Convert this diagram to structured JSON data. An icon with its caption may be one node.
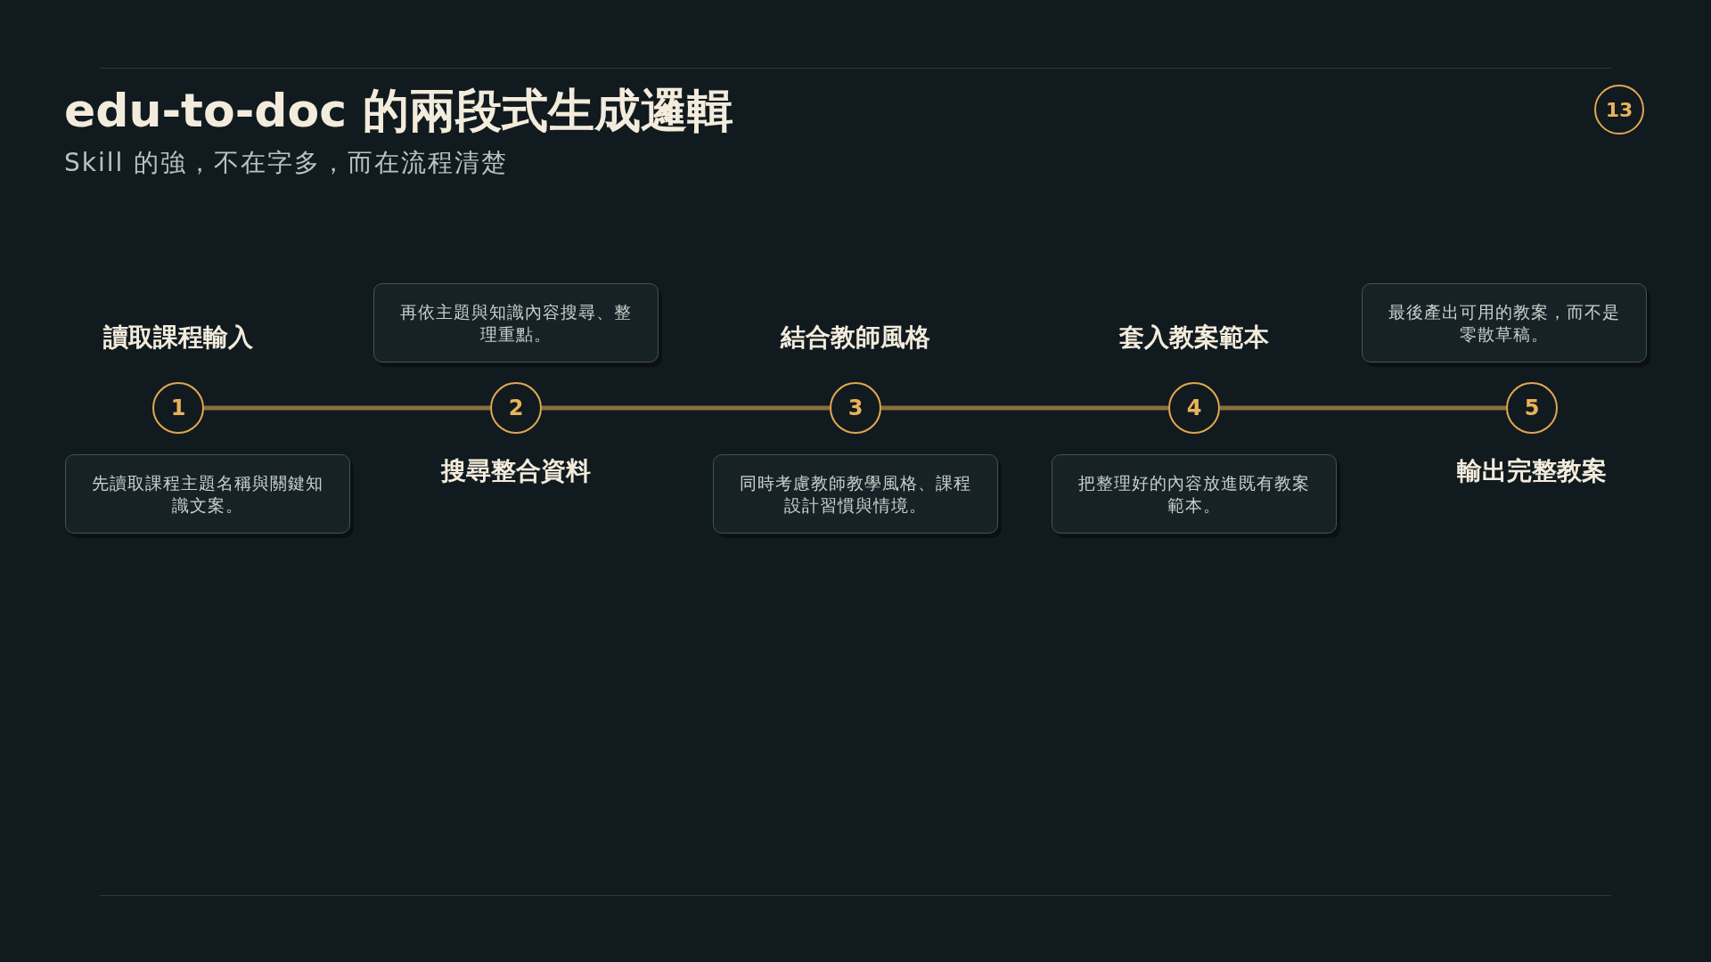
{
  "diagram": {
    "title": "edu-to-doc 的兩段式生成邏輯",
    "caption": "Skill 的強，不在字多，而在流程清楚",
    "nodes": [
      {
        "text": [
          "1"
        ],
        "beside": [
          "讀取課程輸入"
        ]
      },
      {
        "text": [
          "2"
        ],
        "beside": [
          "搜尋整合資料"
        ]
      },
      {
        "text": [
          "3"
        ],
        "beside": [
          "結合教師風格"
        ]
      },
      {
        "text": [
          "4"
        ],
        "beside": [
          "套入教案範本"
        ]
      },
      {
        "text": [
          "5"
        ],
        "beside": [
          "輸出完整教案"
        ]
      },
      {
        "text": [
          "先讀取課程主題名稱與關鍵知識文案。"
        ]
      },
      {
        "text": [
          "再依主題與知識內容搜尋、整理重點。"
        ]
      },
      {
        "text": [
          "同時考慮教師教學風格、課程設計習慣與情境。"
        ]
      },
      {
        "text": [
          "把整理好的內容放進既有教案範本。"
        ]
      },
      {
        "text": [
          "最後產出可用的教案，而不是零散草稿。"
        ]
      }
    ],
    "edges": [
      {
        "from": 0,
        "to": 1,
        "arrow": "none"
      },
      {
        "from": 1,
        "to": 2,
        "arrow": "none"
      },
      {
        "from": 2,
        "to": 3,
        "arrow": "none"
      },
      {
        "from": 3,
        "to": 4,
        "arrow": "none"
      }
    ],
    "labels": [
      "13"
    ]
  }
}
